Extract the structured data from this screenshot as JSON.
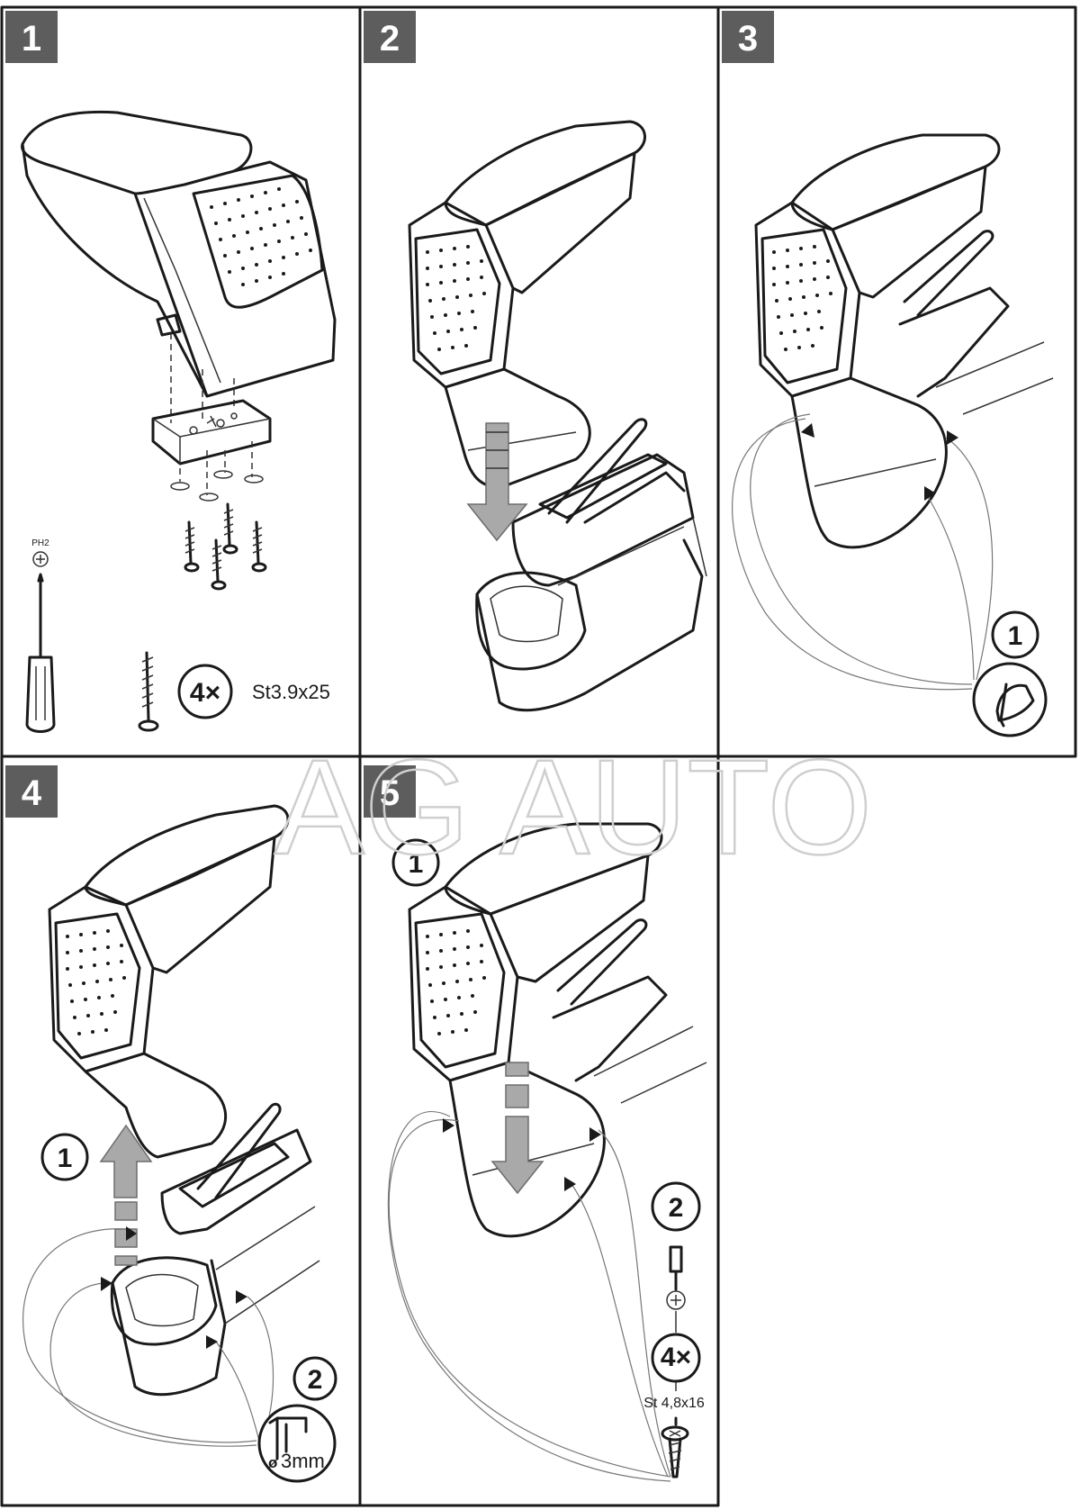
{
  "steps": [
    {
      "number": "1"
    },
    {
      "number": "2"
    },
    {
      "number": "3"
    },
    {
      "number": "4"
    },
    {
      "number": "5"
    }
  ],
  "step1": {
    "screwdriver_bit": "PH2",
    "screw_count": "4×",
    "screw_spec": "St3.9x25"
  },
  "step3": {
    "callout_number": "1"
  },
  "step4": {
    "callout_1": "1",
    "callout_2": "2",
    "drill_diameter_symbol": "ø",
    "drill_size": "3mm"
  },
  "step5": {
    "callout_1": "1",
    "callout_2": "2",
    "screw_count": "4×",
    "screw_spec": "St 4,8x16"
  },
  "watermark": "AG AUTO",
  "colors": {
    "badge": "#5d5d5d",
    "line": "#1a1a1a",
    "arrow": "#a9a9a9"
  }
}
